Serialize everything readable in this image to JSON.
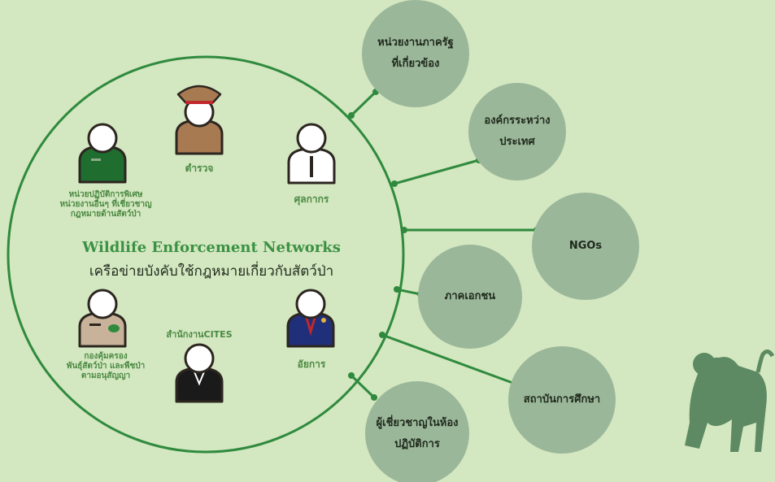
{
  "title_en": "Wildlife Enforcement Networks",
  "title_th": "เครือข่ายบังคับใช้กฎหมายเกี่ยวกับสัตว์ป่า",
  "members": {
    "special_ops": "หน่วยปฏิบัติการพิเศษ\nหน่วยงานอื่นๆ ที่เชี่ยวชาญ\nกฎหมายด้านสัตว์ป่า",
    "police": "ตำรวจ",
    "customs": "ศุลกากร",
    "wildlife_protection": "กองคุ้มครอง\nพันธุ์สัตว์ป่า และพืชป่า\nตามอนุสัญญา",
    "cites_office": "สำนักงานCITES",
    "prosecutor": "อัยการ"
  },
  "partners": [
    {
      "label": "หน่วยงานภาครัฐ\nที่เกี่ยวข้อง"
    },
    {
      "label": "องค์กรระหว่าง\nประเทศ"
    },
    {
      "label": "NGOs"
    },
    {
      "label": "ภาคเอกชน"
    },
    {
      "label": "สถาบันการศึกษา"
    },
    {
      "label": "ผู้เชี่ยวชาญในห้อง\nปฏิบัติการ"
    }
  ],
  "colors": {
    "background": "#d3e7c0",
    "accent": "#3b9143",
    "circle_stroke": "#2f8a3e",
    "node_fill": "#9bb79a",
    "silhouette": "#5d8a62"
  },
  "icons": [
    "officer-icon",
    "police-icon",
    "customs-icon",
    "ranger-icon",
    "cites-officer-icon",
    "prosecutor-icon",
    "monkey-silhouette-icon"
  ]
}
